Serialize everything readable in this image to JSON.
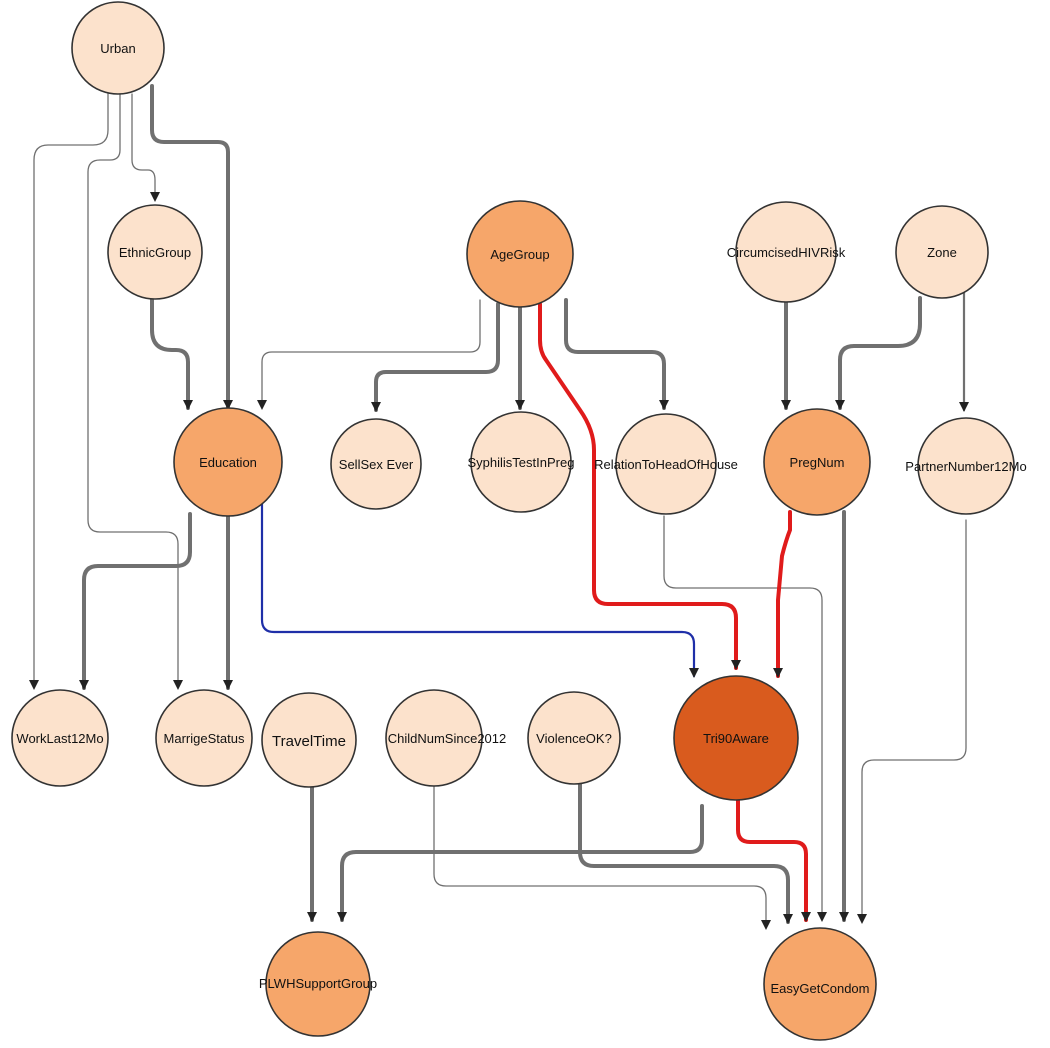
{
  "colors": {
    "light": "#fce2cc",
    "medium": "#f6a66a",
    "dark": "#d95b1e",
    "stroke": "#333333",
    "edge_gray": "#707070",
    "edge_red": "#e01b1b",
    "edge_blue": "#1f2fa8"
  },
  "nodes": {
    "urban": "Urban",
    "ethnic_group": "EthnicGroup",
    "age_group": "AgeGroup",
    "circumcised_hiv_risk": "CircumcisedHIVRisk",
    "zone": "Zone",
    "education": "Education",
    "sell_sex_ever": "SellSex Ever",
    "syphilis_test_in_preg": "SyphilisTestInPreg",
    "relation_to_head_of_house": "RelationToHeadOfHouse",
    "preg_num": "PregNum",
    "partner_number_12mo": "PartnerNumber12Mo",
    "work_last_12mo": "WorkLast12Mo",
    "marriage_status": "MarrigeStatus",
    "travel_time": "TravelTime",
    "child_num_since_2012": "ChildNumSince2012",
    "violence_ok": "ViolenceOK?",
    "tri90_aware": "Tri90Aware",
    "plwh_support_group": "PLWHSupportGroup",
    "easy_get_condom": "EasyGetCondom"
  },
  "node_shading": {
    "urban": "light",
    "ethnic_group": "light",
    "age_group": "medium",
    "circumcised_hiv_risk": "light",
    "zone": "light",
    "education": "medium",
    "sell_sex_ever": "light",
    "syphilis_test_in_preg": "light",
    "relation_to_head_of_house": "light",
    "preg_num": "medium",
    "partner_number_12mo": "light",
    "work_last_12mo": "light",
    "marriage_status": "light",
    "travel_time": "light",
    "child_num_since_2012": "light",
    "violence_ok": "light",
    "tri90_aware": "dark",
    "plwh_support_group": "medium",
    "easy_get_condom": "medium"
  },
  "edges": [
    {
      "from": "urban",
      "to": "ethnic_group",
      "color": "gray",
      "weight": "thin"
    },
    {
      "from": "urban",
      "to": "education",
      "color": "gray",
      "weight": "thick"
    },
    {
      "from": "urban",
      "to": "work_last_12mo",
      "color": "gray",
      "weight": "thin"
    },
    {
      "from": "urban",
      "to": "marriage_status",
      "color": "gray",
      "weight": "thin"
    },
    {
      "from": "ethnic_group",
      "to": "education",
      "color": "gray",
      "weight": "thick"
    },
    {
      "from": "age_group",
      "to": "education",
      "color": "gray",
      "weight": "thin"
    },
    {
      "from": "age_group",
      "to": "sell_sex_ever",
      "color": "gray",
      "weight": "thick"
    },
    {
      "from": "age_group",
      "to": "syphilis_test_in_preg",
      "color": "gray",
      "weight": "thick"
    },
    {
      "from": "age_group",
      "to": "relation_to_head_of_house",
      "color": "gray",
      "weight": "thick"
    },
    {
      "from": "age_group",
      "to": "tri90_aware",
      "color": "red",
      "weight": "thick"
    },
    {
      "from": "circumcised_hiv_risk",
      "to": "preg_num",
      "color": "gray",
      "weight": "thick"
    },
    {
      "from": "zone",
      "to": "preg_num",
      "color": "gray",
      "weight": "thick"
    },
    {
      "from": "zone",
      "to": "partner_number_12mo",
      "color": "gray",
      "weight": "medium"
    },
    {
      "from": "education",
      "to": "work_last_12mo",
      "color": "gray",
      "weight": "thick"
    },
    {
      "from": "education",
      "to": "marriage_status",
      "color": "gray",
      "weight": "thick"
    },
    {
      "from": "education",
      "to": "tri90_aware",
      "color": "blue",
      "weight": "medium"
    },
    {
      "from": "relation_to_head_of_house",
      "to": "easy_get_condom",
      "color": "gray",
      "weight": "thin"
    },
    {
      "from": "preg_num",
      "to": "tri90_aware",
      "color": "red",
      "weight": "thick"
    },
    {
      "from": "preg_num",
      "to": "easy_get_condom",
      "color": "gray",
      "weight": "thick"
    },
    {
      "from": "partner_number_12mo",
      "to": "easy_get_condom",
      "color": "gray",
      "weight": "thin"
    },
    {
      "from": "travel_time",
      "to": "plwh_support_group",
      "color": "gray",
      "weight": "thick"
    },
    {
      "from": "child_num_since_2012",
      "to": "easy_get_condom",
      "color": "gray",
      "weight": "thin"
    },
    {
      "from": "violence_ok",
      "to": "easy_get_condom",
      "color": "gray",
      "weight": "thick"
    },
    {
      "from": "tri90_aware",
      "to": "plwh_support_group",
      "color": "gray",
      "weight": "thick"
    },
    {
      "from": "tri90_aware",
      "to": "easy_get_condom",
      "color": "red",
      "weight": "thick"
    }
  ]
}
